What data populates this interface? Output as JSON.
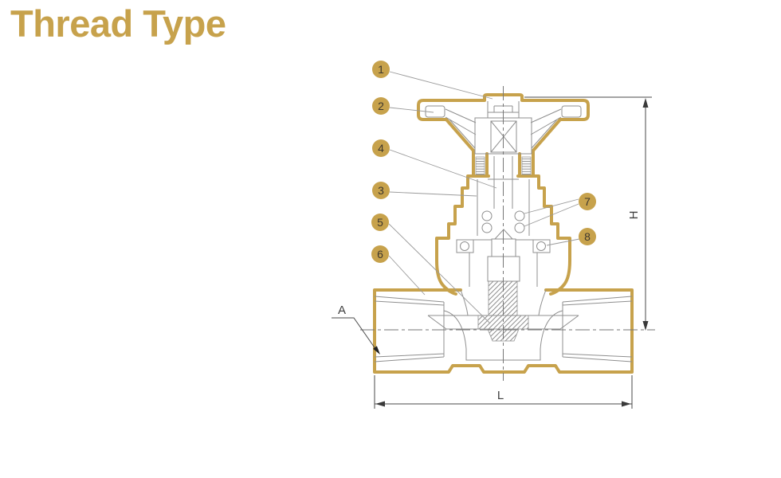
{
  "title": "Thread Type",
  "colors": {
    "gold": "#C7A24C",
    "line": "#8F8F8F",
    "centerline": "#777777",
    "dim": "#4A4A4A",
    "leader": "#9A9A9A",
    "number": "#3E382E",
    "background": "#FFFFFF"
  },
  "diagram": {
    "callouts": [
      "1",
      "2",
      "3",
      "4",
      "5",
      "6",
      "7",
      "8"
    ],
    "dimensions": {
      "h": "H",
      "l": "L",
      "a": "A"
    }
  }
}
